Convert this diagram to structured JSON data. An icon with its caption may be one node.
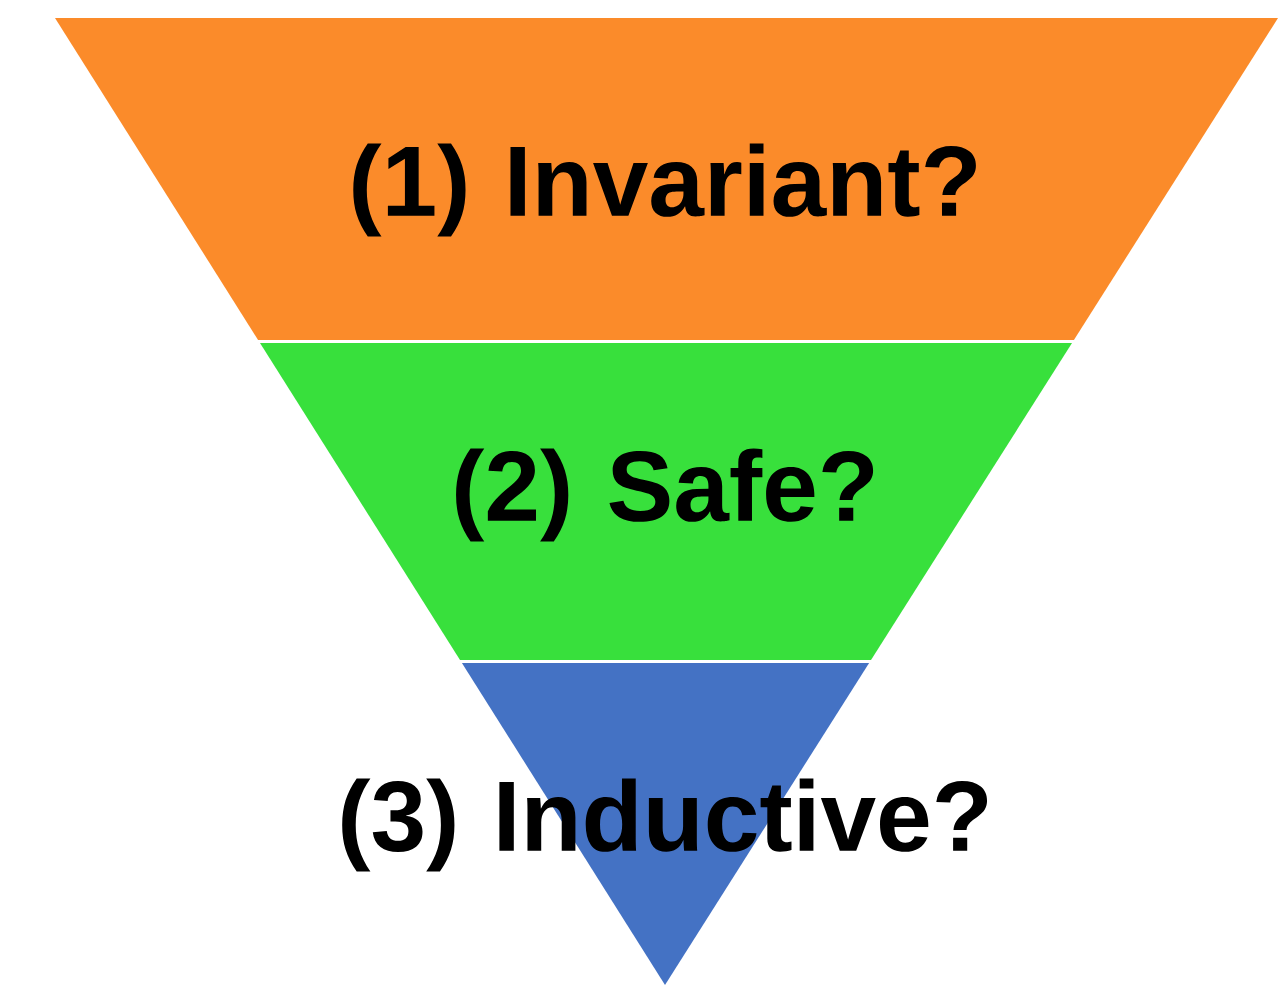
{
  "diagram": {
    "nodes": [
      {
        "text": [
          "(1) Invariant?"
        ]
      },
      {
        "text": [
          "(2) Safe?"
        ]
      },
      {
        "text": [
          "(3) Inductive?"
        ]
      }
    ]
  }
}
